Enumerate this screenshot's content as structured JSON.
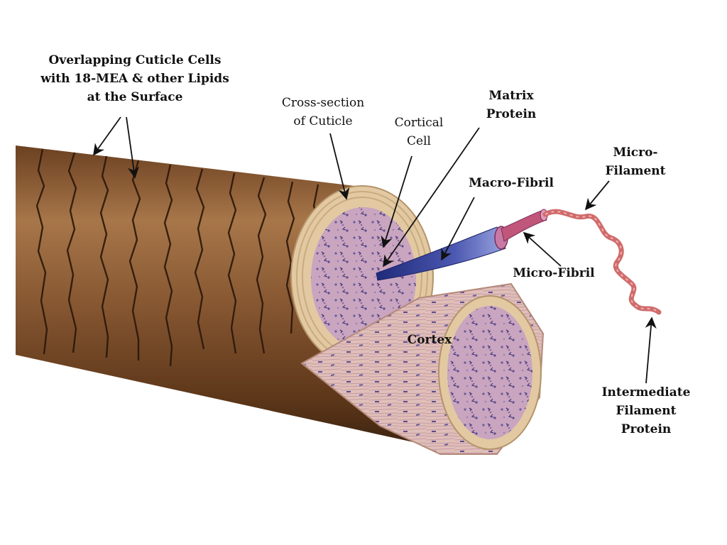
{
  "labels": {
    "cuticle_cells": [
      "Overlapping Cuticle Cells",
      "with 18-MEA & other Lipids",
      "at the Surface"
    ],
    "cross_section": [
      "Cross-section",
      "of Cuticle"
    ],
    "cortical_cell": [
      "Cortical",
      "Cell"
    ],
    "matrix_protein": [
      "Matrix",
      "Protein"
    ],
    "macro_fibril": [
      "Macro-Fibril"
    ],
    "micro_filament": [
      "Micro-",
      "Filament"
    ],
    "micro_fibril": [
      "Micro-Fibril"
    ],
    "cortex": [
      "Cortex"
    ],
    "intermediate_filament": [
      "Intermediate",
      "Filament",
      "Protein"
    ]
  },
  "colors": {
    "cuticle_brown": "#8a5a34",
    "cuticle_dark": "#3d2410",
    "cuticle_tan": "#e2c9a2",
    "cortex_pink": "#cfa3b8",
    "cortex_purple": "#5b4a8c",
    "macro_fibril_blue": "#4b57b0",
    "micro_fibril_pink": "#c0567a",
    "filament_red": "#d06b6b"
  }
}
